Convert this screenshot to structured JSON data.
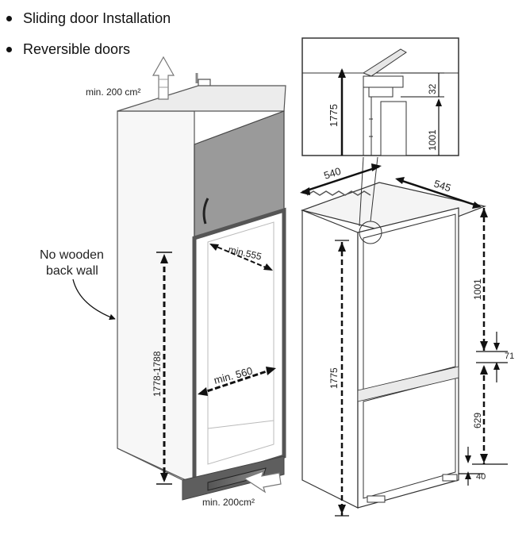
{
  "bullets": [
    "Sliding door Installation",
    "Reversible doors"
  ],
  "niche": {
    "vent_top_label": "min. 200 cm²",
    "vent_bottom_label": "min. 200cm²",
    "back_wall_note_line1": "No wooden",
    "back_wall_note_line2": "back wall",
    "height_label": "1778-1788",
    "width_top_label": "min.555",
    "width_mid_label": "min. 560"
  },
  "fridge": {
    "width_label": "540",
    "depth_label": "545",
    "total_height_label": "1775",
    "upper_door_label": "1001",
    "gap_label": "71",
    "lower_door_label": "629",
    "base_label": "40"
  },
  "detail": {
    "height_label": "1775",
    "upper_label": "1001",
    "gap_label": "32"
  }
}
